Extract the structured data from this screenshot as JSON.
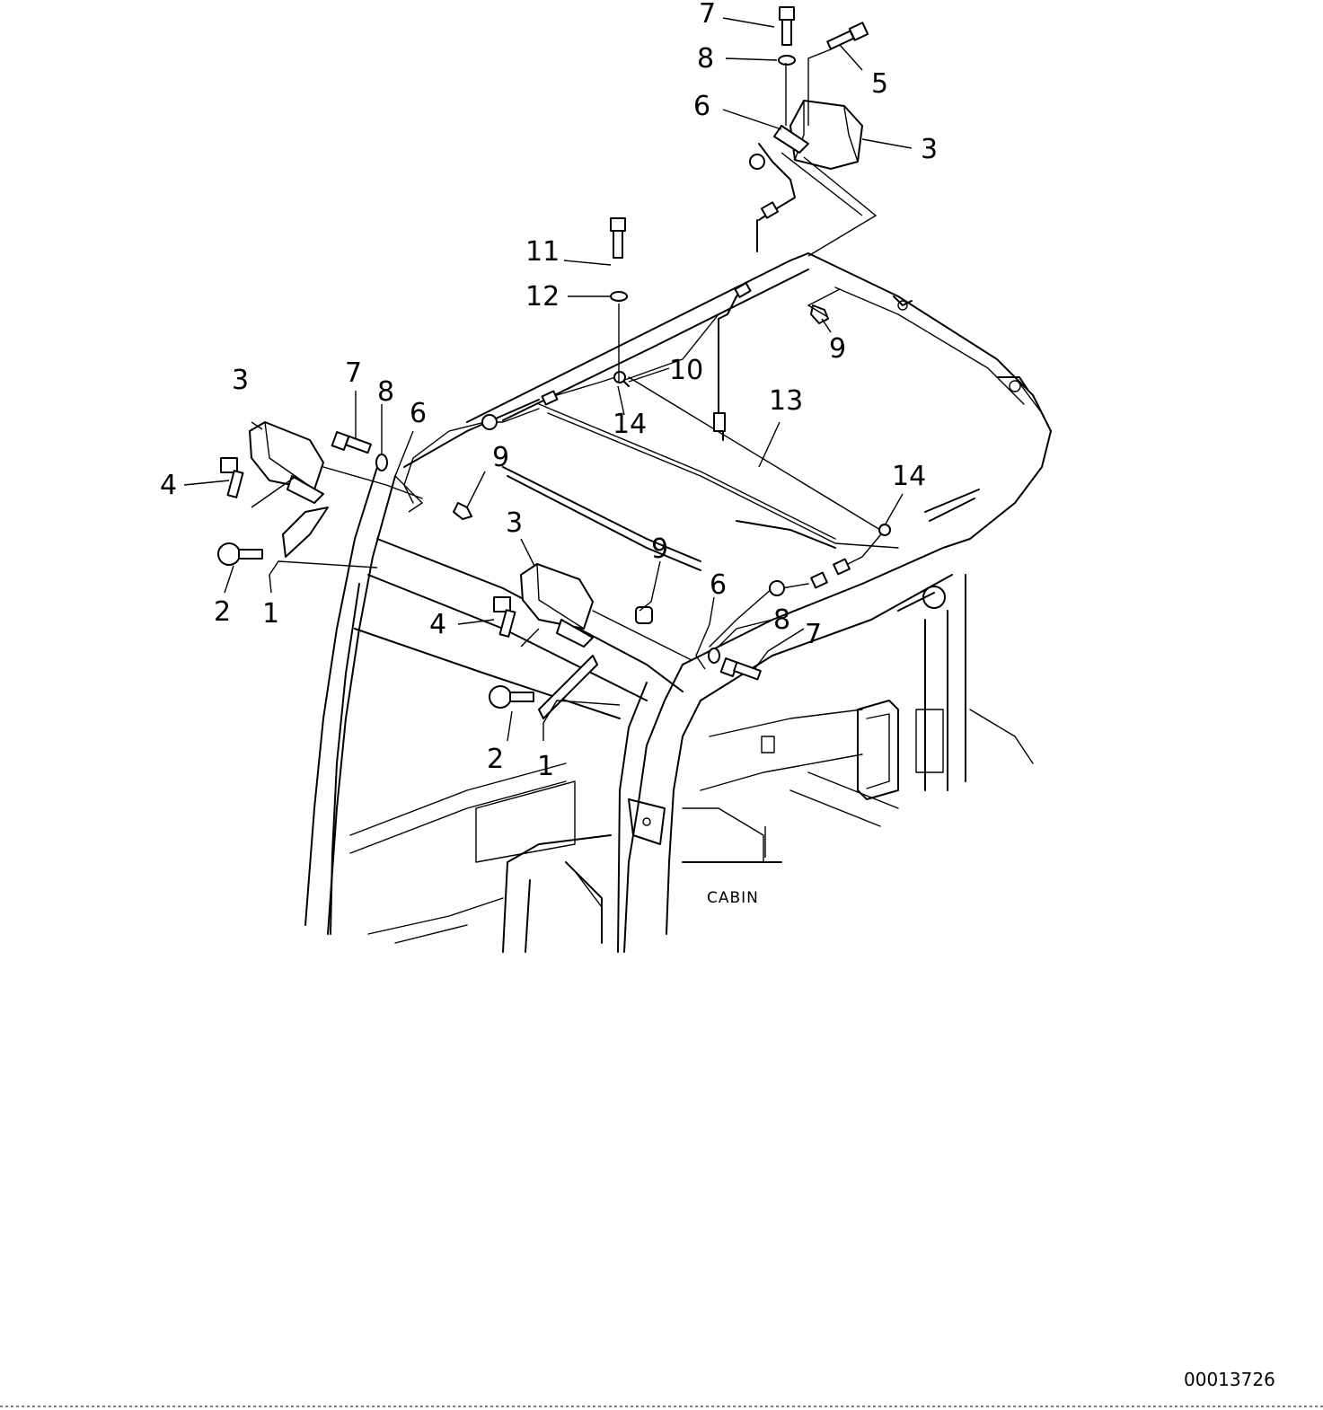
{
  "diagram": {
    "section_label": "CABIN",
    "reference_number": "00013726",
    "callouts": [
      {
        "id": "c7-top",
        "text": "7"
      },
      {
        "id": "c8-top",
        "text": "8"
      },
      {
        "id": "c5",
        "text": "5"
      },
      {
        "id": "c6-top",
        "text": "6"
      },
      {
        "id": "c3-top",
        "text": "3"
      },
      {
        "id": "c11",
        "text": "11"
      },
      {
        "id": "c12",
        "text": "12"
      },
      {
        "id": "c9-roof",
        "text": "9"
      },
      {
        "id": "c10",
        "text": "10"
      },
      {
        "id": "c14-left",
        "text": "14"
      },
      {
        "id": "c13",
        "text": "13"
      },
      {
        "id": "c14-right",
        "text": "14"
      },
      {
        "id": "c3-left",
        "text": "3"
      },
      {
        "id": "c7-left",
        "text": "7"
      },
      {
        "id": "c8-left",
        "text": "8"
      },
      {
        "id": "c6-left",
        "text": "6"
      },
      {
        "id": "c4-left",
        "text": "4"
      },
      {
        "id": "c9-left",
        "text": "9"
      },
      {
        "id": "c2-left",
        "text": "2"
      },
      {
        "id": "c1-left",
        "text": "1"
      },
      {
        "id": "c3-mid",
        "text": "3"
      },
      {
        "id": "c9-mid",
        "text": "9"
      },
      {
        "id": "c6-mid",
        "text": "6"
      },
      {
        "id": "c4-mid",
        "text": "4"
      },
      {
        "id": "c8-mid",
        "text": "8"
      },
      {
        "id": "c7-mid",
        "text": "7"
      },
      {
        "id": "c2-mid",
        "text": "2"
      },
      {
        "id": "c1-mid",
        "text": "1"
      }
    ]
  }
}
